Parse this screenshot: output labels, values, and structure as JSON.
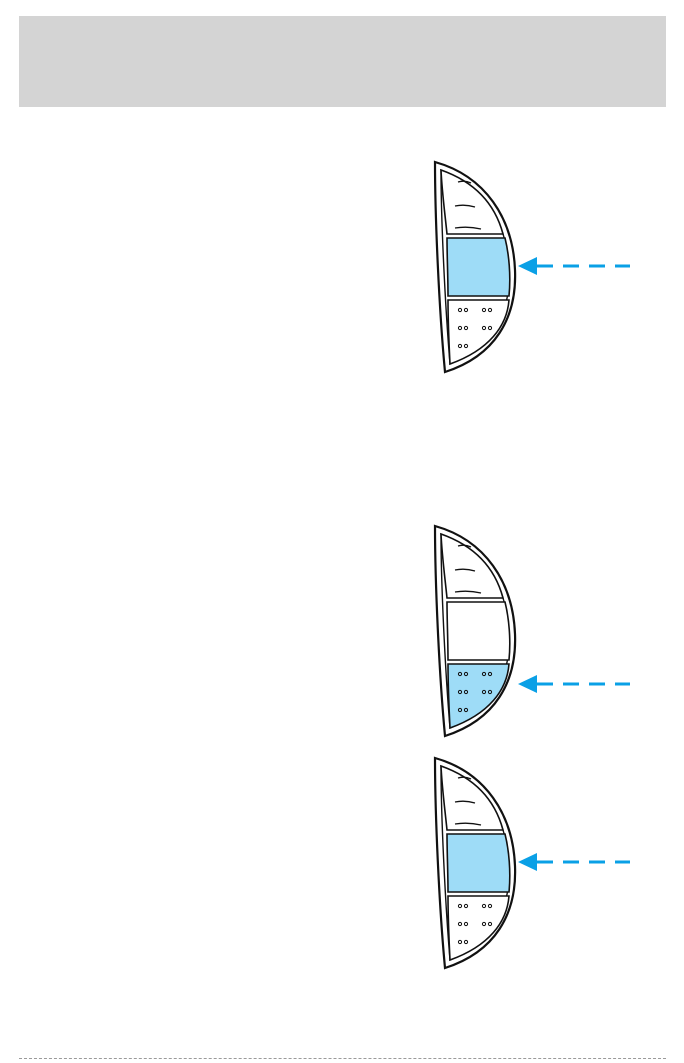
{
  "colors": {
    "header_gray": "#d4d4d4",
    "highlight_blue": "#9edcf7",
    "arrow_blue": "#0aa0e6",
    "outline": "#111111"
  },
  "figures": [
    {
      "highlighted_segment": "middle",
      "arrow_icon": "arrow-left-dashed-icon"
    },
    {
      "highlighted_segment": "bottom",
      "arrow_icon": "arrow-left-dashed-icon"
    },
    {
      "highlighted_segment": "middle",
      "arrow_icon": "arrow-left-dashed-icon"
    }
  ]
}
